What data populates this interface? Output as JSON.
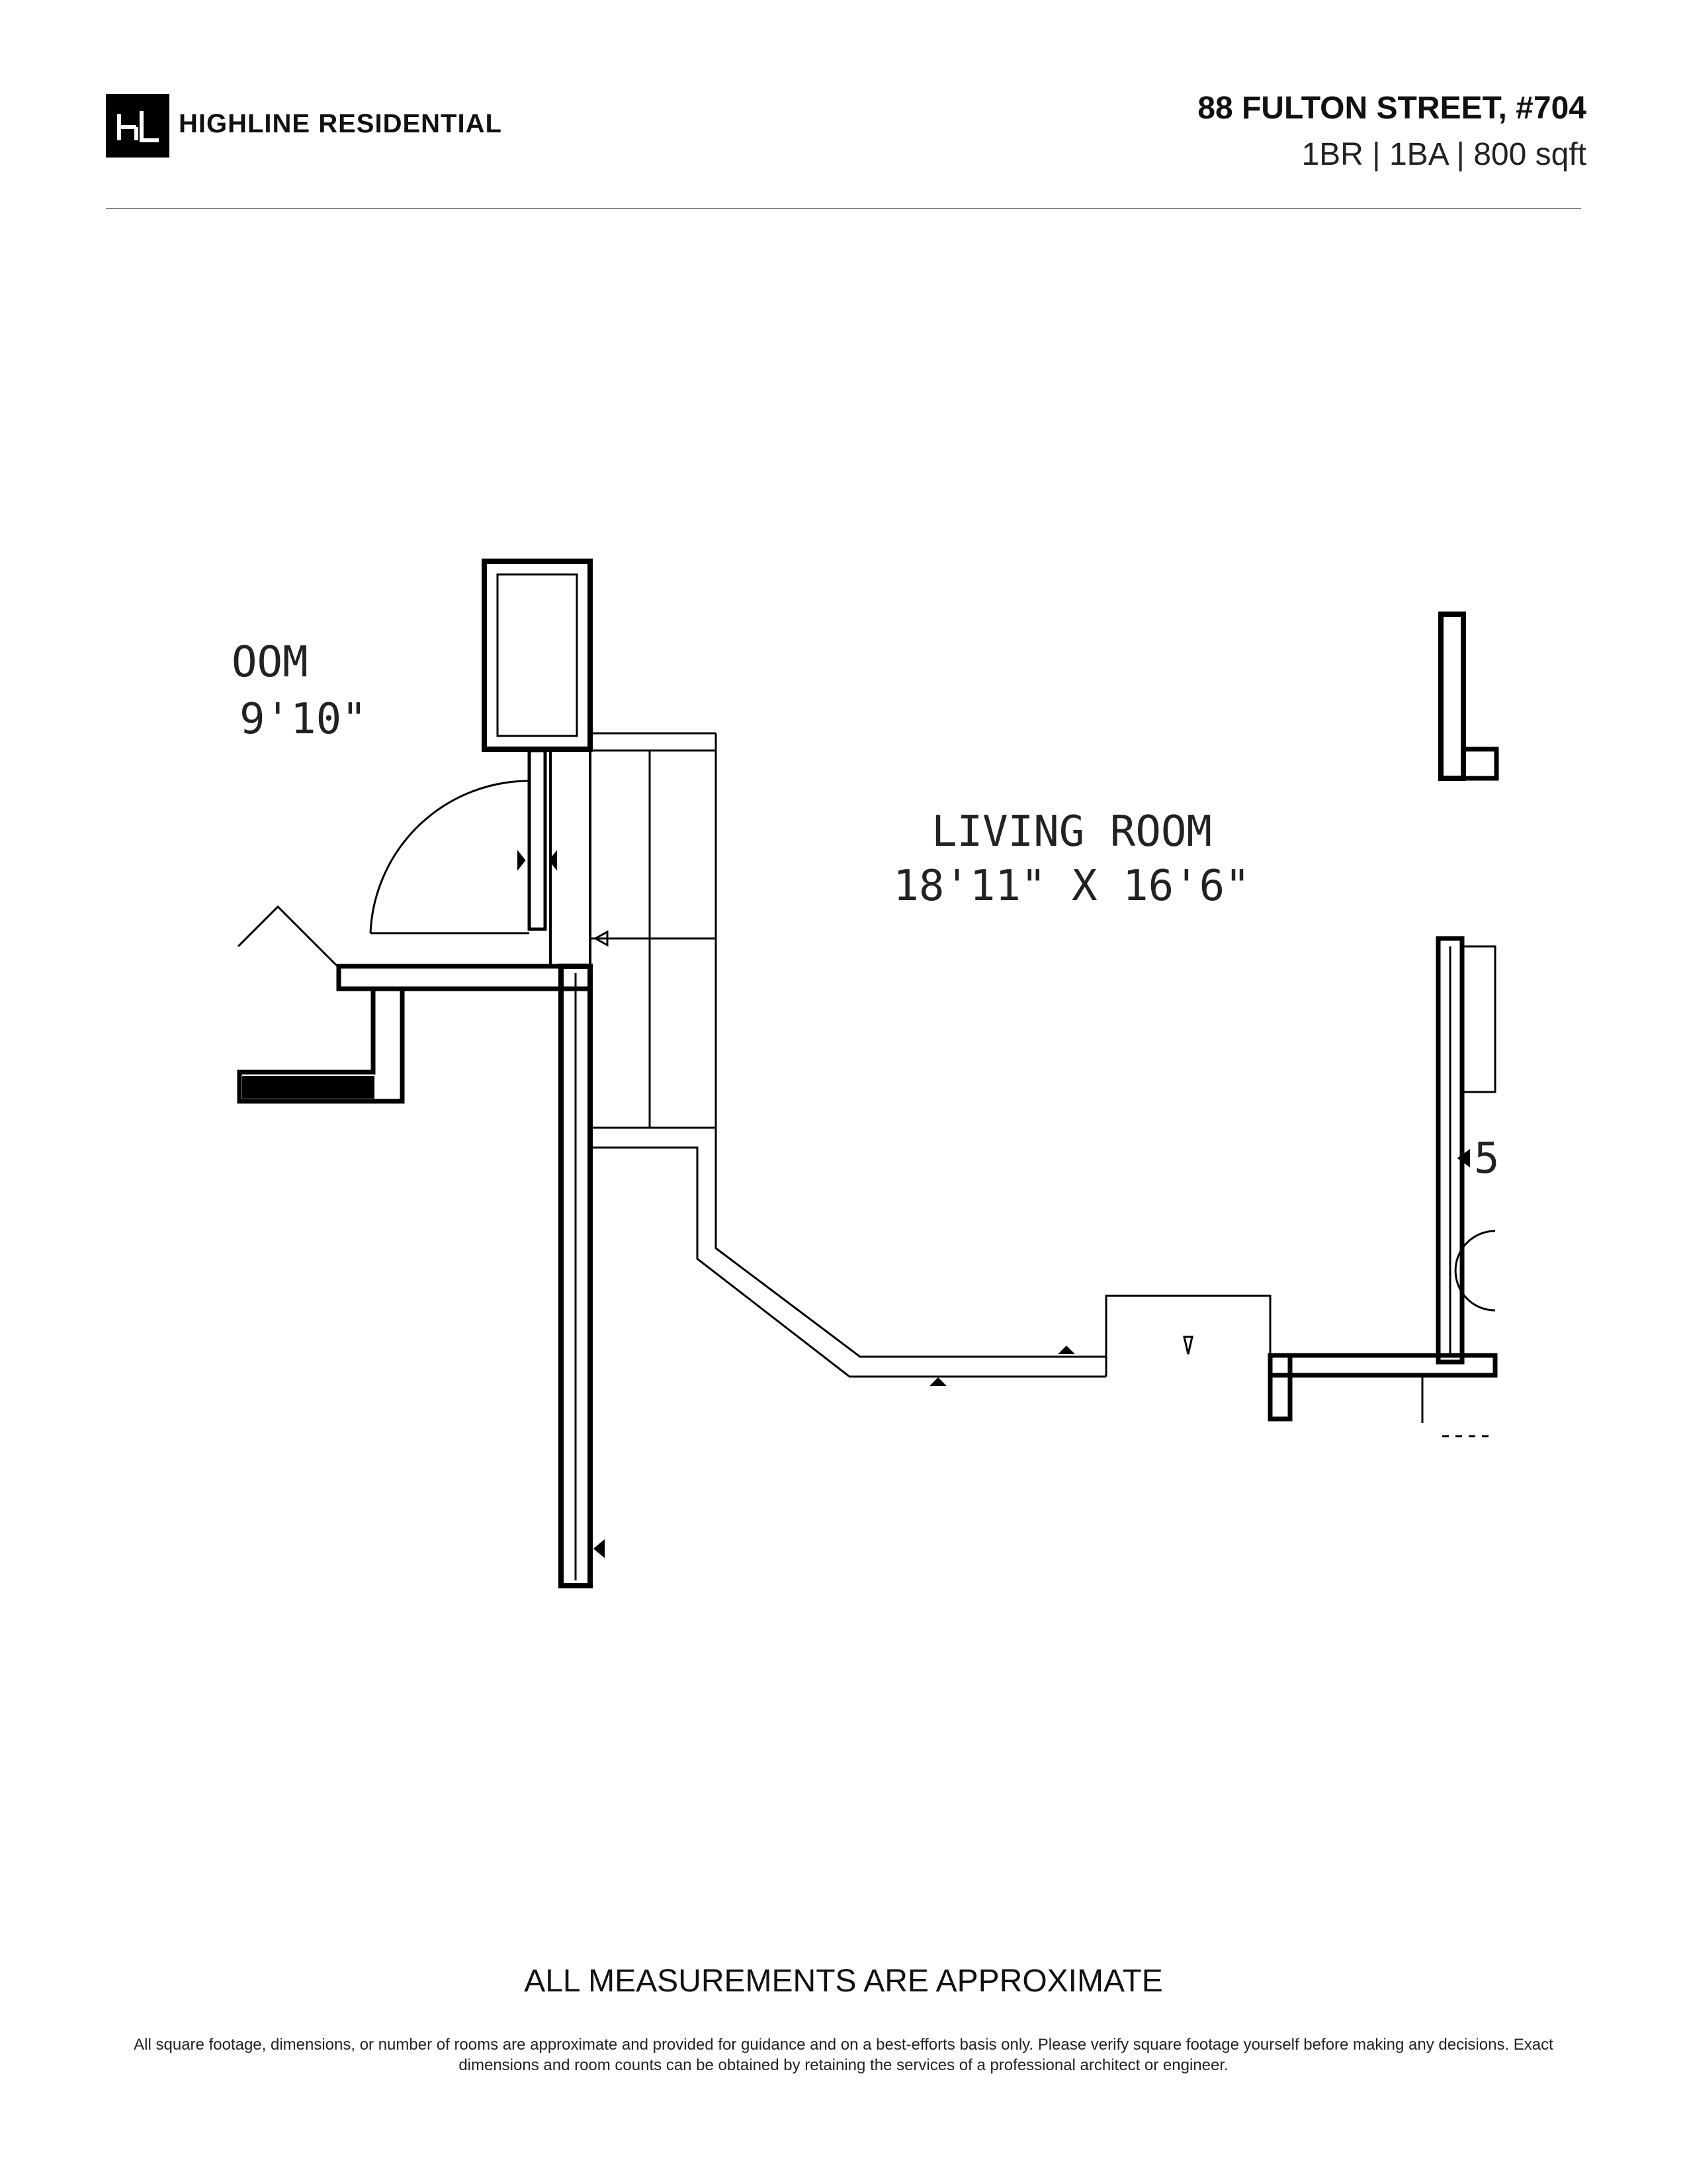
{
  "brand": {
    "logo_text": "HL",
    "name": "HIGHLINE RESIDENTIAL"
  },
  "listing": {
    "address": "88 FULTON STREET, #704",
    "specs": "1BR | 1BA | 800 sqft"
  },
  "floorplan": {
    "rooms": [
      {
        "name": "LIVING ROOM",
        "dimensions": "18'11\" X 16'6\""
      },
      {
        "name": "OOM",
        "dimensions": "9'10\""
      }
    ],
    "partial_label": "5"
  },
  "footer": {
    "note": "ALL MEASUREMENTS ARE APPROXIMATE",
    "disclaimer": "All square footage, dimensions, or number of rooms are approximate and provided for guidance and on a best-efforts basis only. Please verify square footage yourself before making any decisions. Exact dimensions and room counts can be obtained by retaining the services of a professional architect or engineer."
  }
}
